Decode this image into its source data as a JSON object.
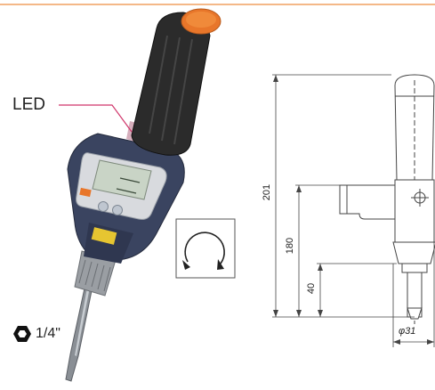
{
  "callout": {
    "led": "LED"
  },
  "bit_size": {
    "label": "1/4\""
  },
  "dimensions": {
    "overall_length": "201",
    "handle_to_tip": "180",
    "collar_to_tip": "40",
    "diameter": "φ31"
  },
  "colors": {
    "accent_line": "#f0a060",
    "handle_black": "#2b2b2b",
    "cap_orange": "#e8762a",
    "led_ring": "#cfa0b0",
    "display_lcd": "#c9d4c6",
    "body_navy": "#3a4460",
    "dim_line": "#444444"
  },
  "icons": [
    "rotation-arrows-icon",
    "hexagon-bit-icon"
  ]
}
